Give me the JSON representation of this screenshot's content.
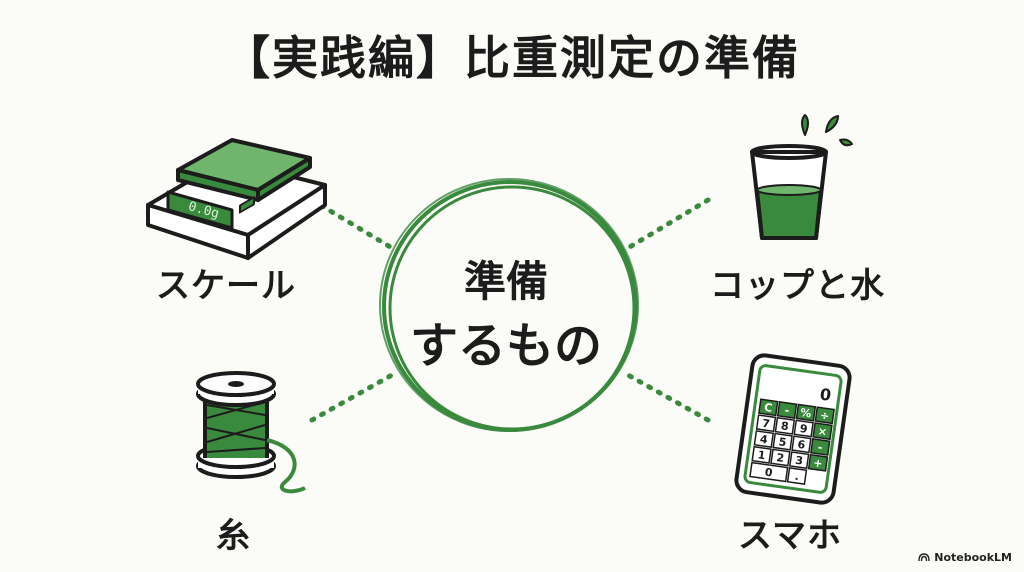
{
  "title": "【実践編】比重測定の準備",
  "center": {
    "line1": "準備",
    "line2": "するもの"
  },
  "items": {
    "scale": {
      "label": "スケール",
      "display": "0.0g"
    },
    "cup": {
      "label": "コップと水"
    },
    "thread": {
      "label": "糸"
    },
    "phone": {
      "label": "スマホ",
      "display": "0",
      "keys": [
        "C",
        "-",
        "%",
        "÷",
        "7",
        "8",
        "9",
        "×",
        "4",
        "5",
        "6",
        "-",
        "1",
        "2",
        "3",
        "+",
        "0",
        "."
      ]
    }
  },
  "brand": "NotebookLM",
  "colors": {
    "accent": "#3a8a3e",
    "dark": "#1c1c1c",
    "light_green": "#6fb56b"
  }
}
